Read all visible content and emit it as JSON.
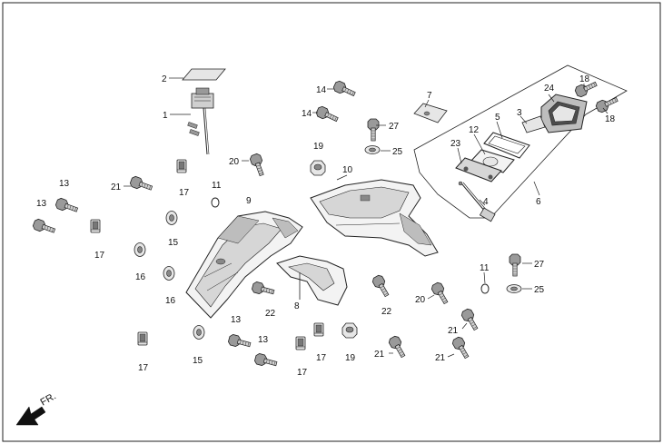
{
  "callouts": {
    "n1": "1",
    "n2": "2",
    "n3": "3",
    "n4": "4",
    "n5": "5",
    "n6": "6",
    "n7": "7",
    "n8": "8",
    "n9": "9",
    "n10": "10",
    "n11": "11",
    "n12": "12",
    "n13": "13",
    "n14": "14",
    "n15": "15",
    "n16": "16",
    "n17": "17",
    "n18": "18",
    "n19": "19",
    "n20": "20",
    "n21": "21",
    "n22": "22",
    "n23": "23",
    "n24": "24",
    "n25": "25",
    "n27": "27"
  },
  "direction": {
    "label": "FR.",
    "icon": "front-arrow-icon"
  },
  "colors": {
    "line": "#222222",
    "paper": "#ffffff",
    "fill_light": "#e6e6e6",
    "fill_mid": "#bdbdbd"
  }
}
